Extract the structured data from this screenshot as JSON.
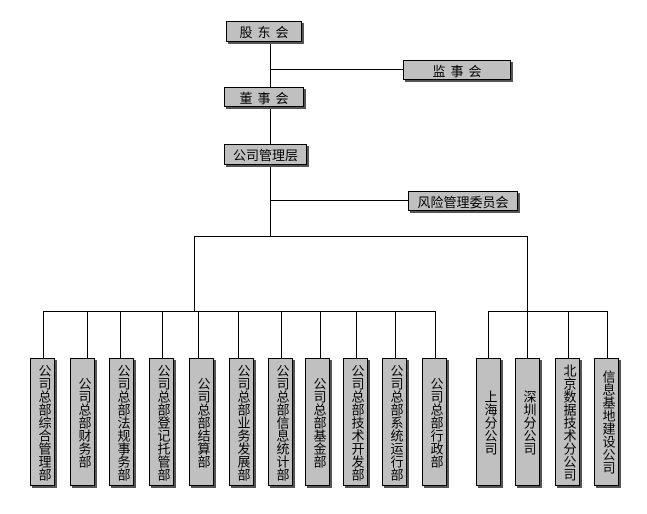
{
  "top_nodes": {
    "shareholders": "股东会",
    "supervisors": "监事会",
    "board": "董事会",
    "management": "公司管理层",
    "risk_committee": "风险管理委员会"
  },
  "departments": [
    "公司总部综合管理部",
    "公司总部财务部",
    "公司总部法规事务部",
    "公司总部登记托管部",
    "公司总部结算部",
    "公司总部业务发展部",
    "公司总部信息统计部",
    "公司总部基金部",
    "公司总部技术开发部",
    "公司总部系统运行部",
    "公司总部行政部"
  ],
  "branches": [
    "上海分公司",
    "深圳分公司",
    "北京数据技术分公司",
    "信息基地建设公司"
  ]
}
